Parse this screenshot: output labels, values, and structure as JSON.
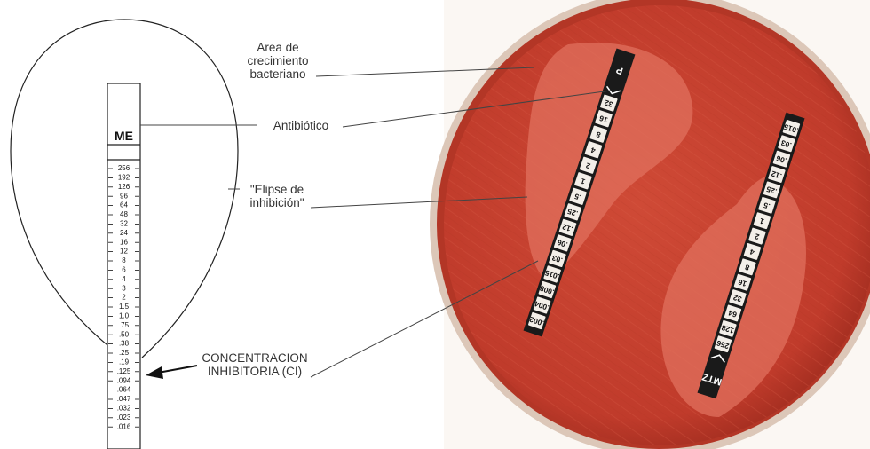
{
  "schematic": {
    "strip_code": "ME",
    "scale": [
      "256",
      "192",
      "126",
      "96",
      "64",
      "48",
      "32",
      "24",
      "16",
      "12",
      "8",
      "6",
      "4",
      "3",
      "2",
      "1.5",
      "1.0",
      ".75",
      ".50",
      ".38",
      ".25",
      ".19",
      ".125",
      ".094",
      ".064",
      ".047",
      ".032",
      ".023",
      ".016"
    ]
  },
  "labels": {
    "growth_line1": "Area de",
    "growth_line2": "crecimiento",
    "growth_line3": "bacteriano",
    "antibiotic": "Antibiótico",
    "ellipse_line1": "\"Elipse de",
    "ellipse_line2": "inhibición\"",
    "ic_line1": "CONCENTRACION",
    "ic_line2": "INHIBITORIA (CI)"
  },
  "photo": {
    "strip_p": {
      "code": "P",
      "values": [
        "32",
        "16",
        "8",
        "4",
        "2",
        "1",
        ".5",
        ".25",
        ".12",
        ".06",
        ".03",
        ".015",
        ".008",
        ".004",
        ".002"
      ]
    },
    "strip_mtz": {
      "code": "MTZ",
      "values": [
        ".015",
        ".03",
        ".06",
        ".12",
        ".25",
        ".5",
        "1",
        "2",
        "4",
        "8",
        "16",
        "32",
        "64",
        "128",
        "256"
      ]
    }
  },
  "colors": {
    "agar": "#c4402f",
    "agar_dark": "#8e2418",
    "zone": "#e0705e",
    "strip": "#1a1a1a",
    "line": "#444444"
  }
}
